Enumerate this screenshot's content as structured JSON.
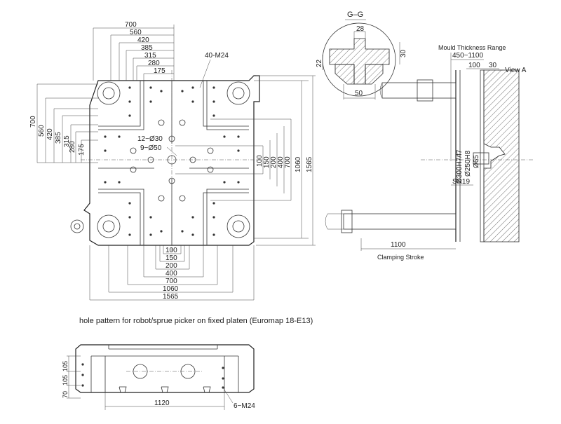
{
  "platen_front": {
    "top_dims": [
      "700",
      "560",
      "420",
      "385",
      "315",
      "280",
      "175"
    ],
    "left_dims": [
      "700",
      "560",
      "420",
      "385",
      "315",
      "280",
      "175"
    ],
    "right_dims": [
      "100",
      "150",
      "200",
      "400",
      "700",
      "1060",
      "1565"
    ],
    "bottom_dims": [
      "100",
      "150",
      "200",
      "400",
      "700",
      "1060",
      "1565"
    ],
    "thread_callout": "40-M24",
    "hole_callout_1": "12−Ø30",
    "hole_callout_2": "9−Ø50"
  },
  "section_gg": {
    "title": "G–G",
    "dim_top": "28",
    "dim_right": "30",
    "dim_left": "22",
    "dim_bottom": "50"
  },
  "side_view": {
    "range_label": "Mould Thickness Range",
    "range_value": "450~1100",
    "dim_100": "100",
    "dim_30": "30",
    "view_label": "View A",
    "dia_300": "Ø300H7/f7",
    "dia_250": "Ø250H8",
    "dia_65": "Ø65",
    "sr": "SR19",
    "stroke_value": "1100",
    "stroke_label": "Clamping Stroke"
  },
  "robot": {
    "caption": "hole pattern for robot/sprue picker on fixed platen (Euromap 18-E13)",
    "left_dims": [
      "70",
      "105",
      "105"
    ],
    "bottom_dim": "1120",
    "thread_callout": "6−M24"
  }
}
